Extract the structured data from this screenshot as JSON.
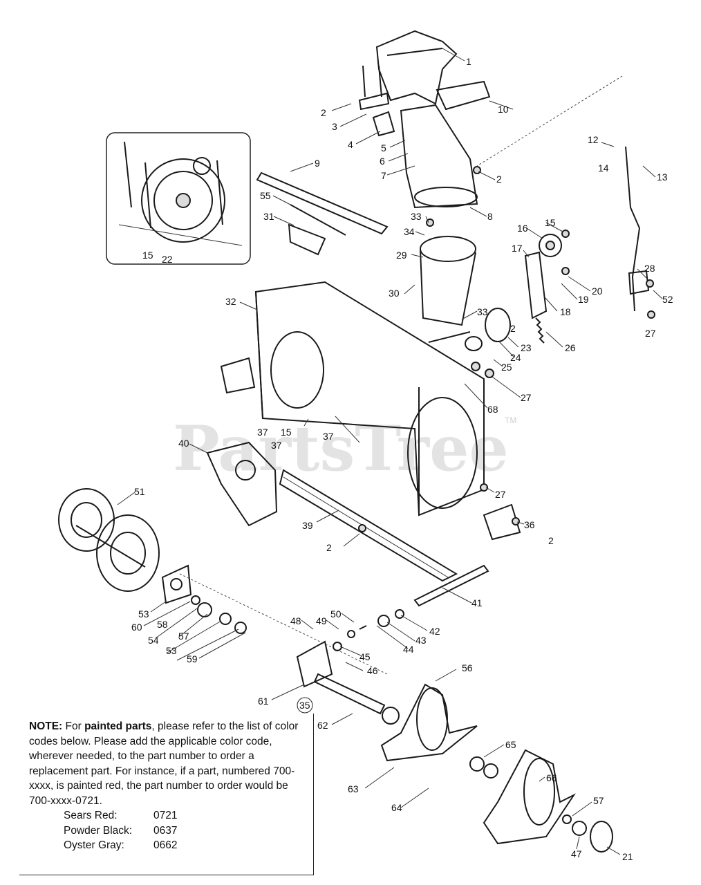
{
  "watermark": {
    "text": "PartsTree",
    "trademark": "TM"
  },
  "callouts": [
    {
      "id": "c1",
      "label": "1"
    },
    {
      "id": "c2a",
      "label": "2"
    },
    {
      "id": "c3",
      "label": "3"
    },
    {
      "id": "c4",
      "label": "4"
    },
    {
      "id": "c5",
      "label": "5"
    },
    {
      "id": "c6",
      "label": "6"
    },
    {
      "id": "c7",
      "label": "7"
    },
    {
      "id": "c8",
      "label": "8"
    },
    {
      "id": "c9",
      "label": "9"
    },
    {
      "id": "c10",
      "label": "10"
    },
    {
      "id": "c2b",
      "label": "2"
    },
    {
      "id": "c12",
      "label": "12"
    },
    {
      "id": "c13",
      "label": "13"
    },
    {
      "id": "c14",
      "label": "14"
    },
    {
      "id": "c55",
      "label": "55"
    },
    {
      "id": "c31",
      "label": "31"
    },
    {
      "id": "c33a",
      "label": "33"
    },
    {
      "id": "c34",
      "label": "34"
    },
    {
      "id": "c16",
      "label": "16"
    },
    {
      "id": "c15a",
      "label": "15"
    },
    {
      "id": "c17",
      "label": "17"
    },
    {
      "id": "c29",
      "label": "29"
    },
    {
      "id": "c28",
      "label": "28"
    },
    {
      "id": "c20",
      "label": "20"
    },
    {
      "id": "c19",
      "label": "19"
    },
    {
      "id": "c52",
      "label": "52"
    },
    {
      "id": "c30",
      "label": "30"
    },
    {
      "id": "c18",
      "label": "18"
    },
    {
      "id": "c32",
      "label": "32"
    },
    {
      "id": "c33b",
      "label": "33"
    },
    {
      "id": "c2c",
      "label": "2"
    },
    {
      "id": "c27a",
      "label": "27"
    },
    {
      "id": "c23",
      "label": "23"
    },
    {
      "id": "c24",
      "label": "24"
    },
    {
      "id": "c26",
      "label": "26"
    },
    {
      "id": "c25",
      "label": "25"
    },
    {
      "id": "c27b",
      "label": "27"
    },
    {
      "id": "c68",
      "label": "68"
    },
    {
      "id": "c37a",
      "label": "37"
    },
    {
      "id": "c15b",
      "label": "15"
    },
    {
      "id": "c37b",
      "label": "37"
    },
    {
      "id": "c37c",
      "label": "37"
    },
    {
      "id": "c40",
      "label": "40"
    },
    {
      "id": "c27c",
      "label": "27"
    },
    {
      "id": "c51",
      "label": "51"
    },
    {
      "id": "c39",
      "label": "39"
    },
    {
      "id": "c36",
      "label": "36"
    },
    {
      "id": "c2d",
      "label": "2"
    },
    {
      "id": "c2e",
      "label": "2"
    },
    {
      "id": "c41",
      "label": "41"
    },
    {
      "id": "c53a",
      "label": "53"
    },
    {
      "id": "c60",
      "label": "60"
    },
    {
      "id": "c58",
      "label": "58"
    },
    {
      "id": "c54",
      "label": "54"
    },
    {
      "id": "c57a",
      "label": "57"
    },
    {
      "id": "c53b",
      "label": "53"
    },
    {
      "id": "c59",
      "label": "59"
    },
    {
      "id": "c48",
      "label": "48"
    },
    {
      "id": "c49",
      "label": "49"
    },
    {
      "id": "c50",
      "label": "50"
    },
    {
      "id": "c42",
      "label": "42"
    },
    {
      "id": "c43",
      "label": "43"
    },
    {
      "id": "c44",
      "label": "44"
    },
    {
      "id": "c45",
      "label": "45"
    },
    {
      "id": "c46",
      "label": "46"
    },
    {
      "id": "c56",
      "label": "56"
    },
    {
      "id": "c61",
      "label": "61"
    },
    {
      "id": "c35",
      "label": "35"
    },
    {
      "id": "c62",
      "label": "62"
    },
    {
      "id": "c65",
      "label": "65"
    },
    {
      "id": "c66",
      "label": "66"
    },
    {
      "id": "c63",
      "label": "63"
    },
    {
      "id": "c64",
      "label": "64"
    },
    {
      "id": "c57b",
      "label": "57"
    },
    {
      "id": "c47",
      "label": "47"
    },
    {
      "id": "c21",
      "label": "21"
    },
    {
      "id": "c15c",
      "label": "15"
    },
    {
      "id": "c22",
      "label": "22"
    }
  ],
  "note": {
    "prefix": "NOTE:",
    "text1": " For ",
    "bold": "painted parts",
    "text2": ", please refer to the list of color codes below. Please add the applicable color code, wherever needed, to the part number to order a replacement part. For instance, if a part, numbered 700-xxxx, is painted red, the part number to order would be 700-xxxx-0721.",
    "codes": [
      {
        "name": "Sears Red:",
        "code": "0721"
      },
      {
        "name": "Powder Black:",
        "code": "0637"
      },
      {
        "name": "Oyster Gray:",
        "code": "0662"
      }
    ]
  }
}
